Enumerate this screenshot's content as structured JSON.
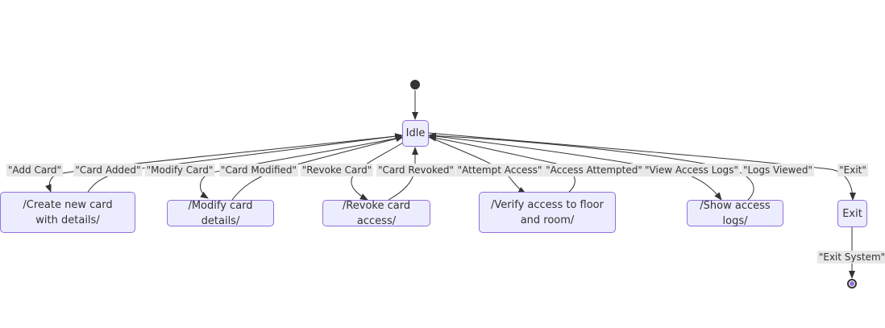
{
  "states": {
    "idle": "Idle",
    "create_card": "/Create new card with details/",
    "modify_card": "/Modify card details/",
    "revoke_card": "/Revoke card access/",
    "verify_access": "/Verify access to floor and room/",
    "show_logs": "/Show access logs/",
    "exit": "Exit"
  },
  "transitions": {
    "add_card": "\"Add Card\"",
    "card_added": "\"Card Added\"",
    "modify_card": "\"Modify Card\"",
    "card_modified": "\"Card Modified\"",
    "revoke_card": "\"Revoke Card\"",
    "card_revoked": "\"Card Revoked\"",
    "attempt_access": "\"Attempt Access\"",
    "access_attempted": "\"Access Attempted\"",
    "view_access_logs": "\"View Access Logs\"",
    "logs_viewed": "\"Logs Viewed\"",
    "exit": "\"Exit\"",
    "exit_system": "\"Exit System\""
  }
}
